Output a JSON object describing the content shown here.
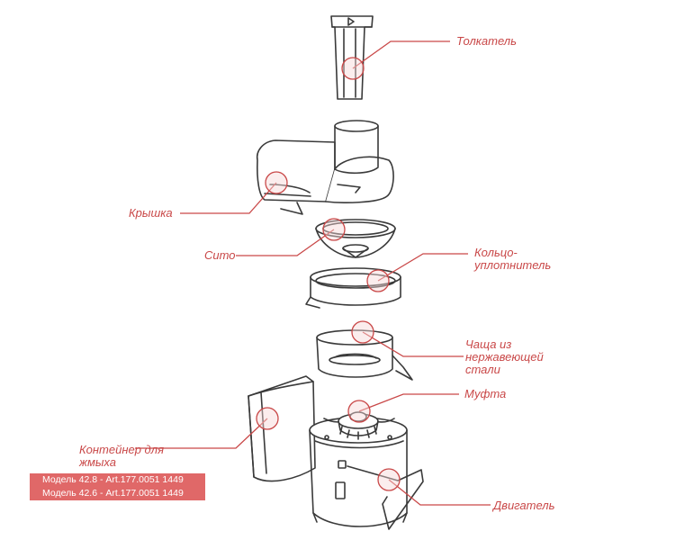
{
  "colors": {
    "accent": "#c94848",
    "marker_fill": "#f6d6d6",
    "tag_background": "#e06868",
    "outline": "#3a3a3a"
  },
  "parts": [
    {
      "id": "pusher",
      "label": "Толкатель",
      "icon": "pusher-icon"
    },
    {
      "id": "lid",
      "label": "Крышка",
      "icon": "lid-icon"
    },
    {
      "id": "sieve",
      "label": "Сито",
      "icon": "sieve-icon"
    },
    {
      "id": "seal-ring",
      "label": "Кольцо-уплотнитель",
      "icon": "seal-ring-icon"
    },
    {
      "id": "bowl",
      "label": "Чаща из нержавеющей стали",
      "icon": "bowl-icon"
    },
    {
      "id": "coupling",
      "label": "Муфта",
      "icon": "coupling-icon"
    },
    {
      "id": "pulp-container",
      "label": "Контейнер для жмыха",
      "icon": "pulp-container-icon"
    },
    {
      "id": "motor",
      "label": "Двигатель",
      "icon": "motor-icon"
    }
  ],
  "models": [
    "Модель 42.8 - Art.177.0051 1449",
    "Модель 42.6 - Art.177.0051 1449"
  ]
}
